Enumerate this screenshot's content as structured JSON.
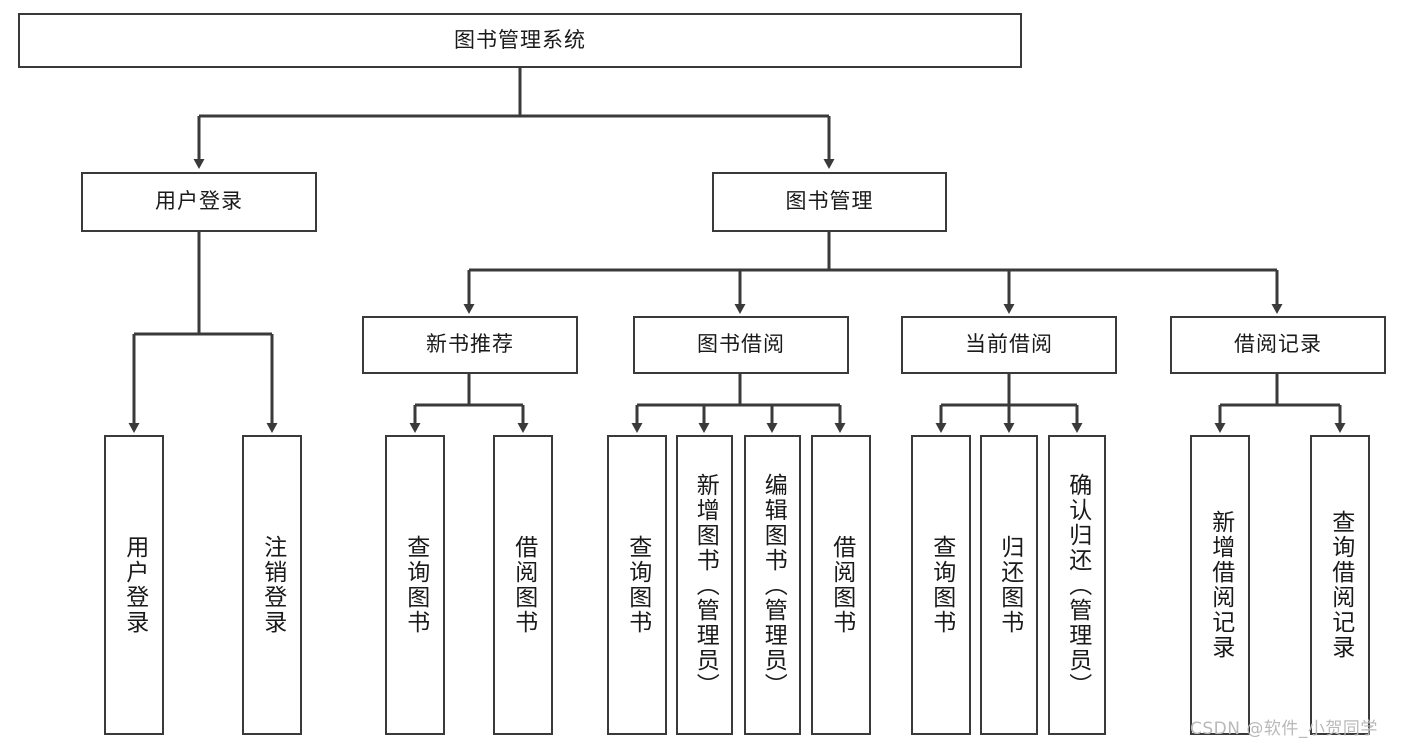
{
  "diagram": {
    "title": "图书管理系统",
    "type": "tree",
    "orientation": "top-down",
    "line_color": "#3a3a3a",
    "box_fill": "#ffffff",
    "text_color": "#1a1a1a"
  },
  "nodes": {
    "root": {
      "label": "图书管理系统"
    },
    "level2": [
      {
        "id": "user-login",
        "label": "用户登录"
      },
      {
        "id": "book-manage",
        "label": "图书管理"
      }
    ],
    "level3": [
      {
        "id": "new-book-recommend",
        "label": "新书推荐"
      },
      {
        "id": "book-borrow",
        "label": "图书借阅"
      },
      {
        "id": "current-borrow",
        "label": "当前借阅"
      },
      {
        "id": "borrow-record",
        "label": "借阅记录"
      }
    ],
    "leaves": [
      {
        "id": "leaf-user-login",
        "label": "用户登录"
      },
      {
        "id": "leaf-logout",
        "label": "注销登录"
      },
      {
        "id": "leaf-query-book-1",
        "label": "查询图书"
      },
      {
        "id": "leaf-borrow-book-1",
        "label": "借阅图书"
      },
      {
        "id": "leaf-query-book-2",
        "label": "查询图书"
      },
      {
        "id": "leaf-add-book",
        "label": "新增图书（管理员）"
      },
      {
        "id": "leaf-edit-book",
        "label": "编辑图书（管理员）"
      },
      {
        "id": "leaf-borrow-book-2",
        "label": "借阅图书"
      },
      {
        "id": "leaf-query-book-3",
        "label": "查询图书"
      },
      {
        "id": "leaf-return-book",
        "label": "归还图书"
      },
      {
        "id": "leaf-confirm-return",
        "label": "确认归还（管理员）"
      },
      {
        "id": "leaf-add-record",
        "label": "新增借阅记录"
      },
      {
        "id": "leaf-query-record",
        "label": "查询借阅记录"
      }
    ]
  },
  "watermark": {
    "text": "CSDN @软件_小贺同学"
  }
}
